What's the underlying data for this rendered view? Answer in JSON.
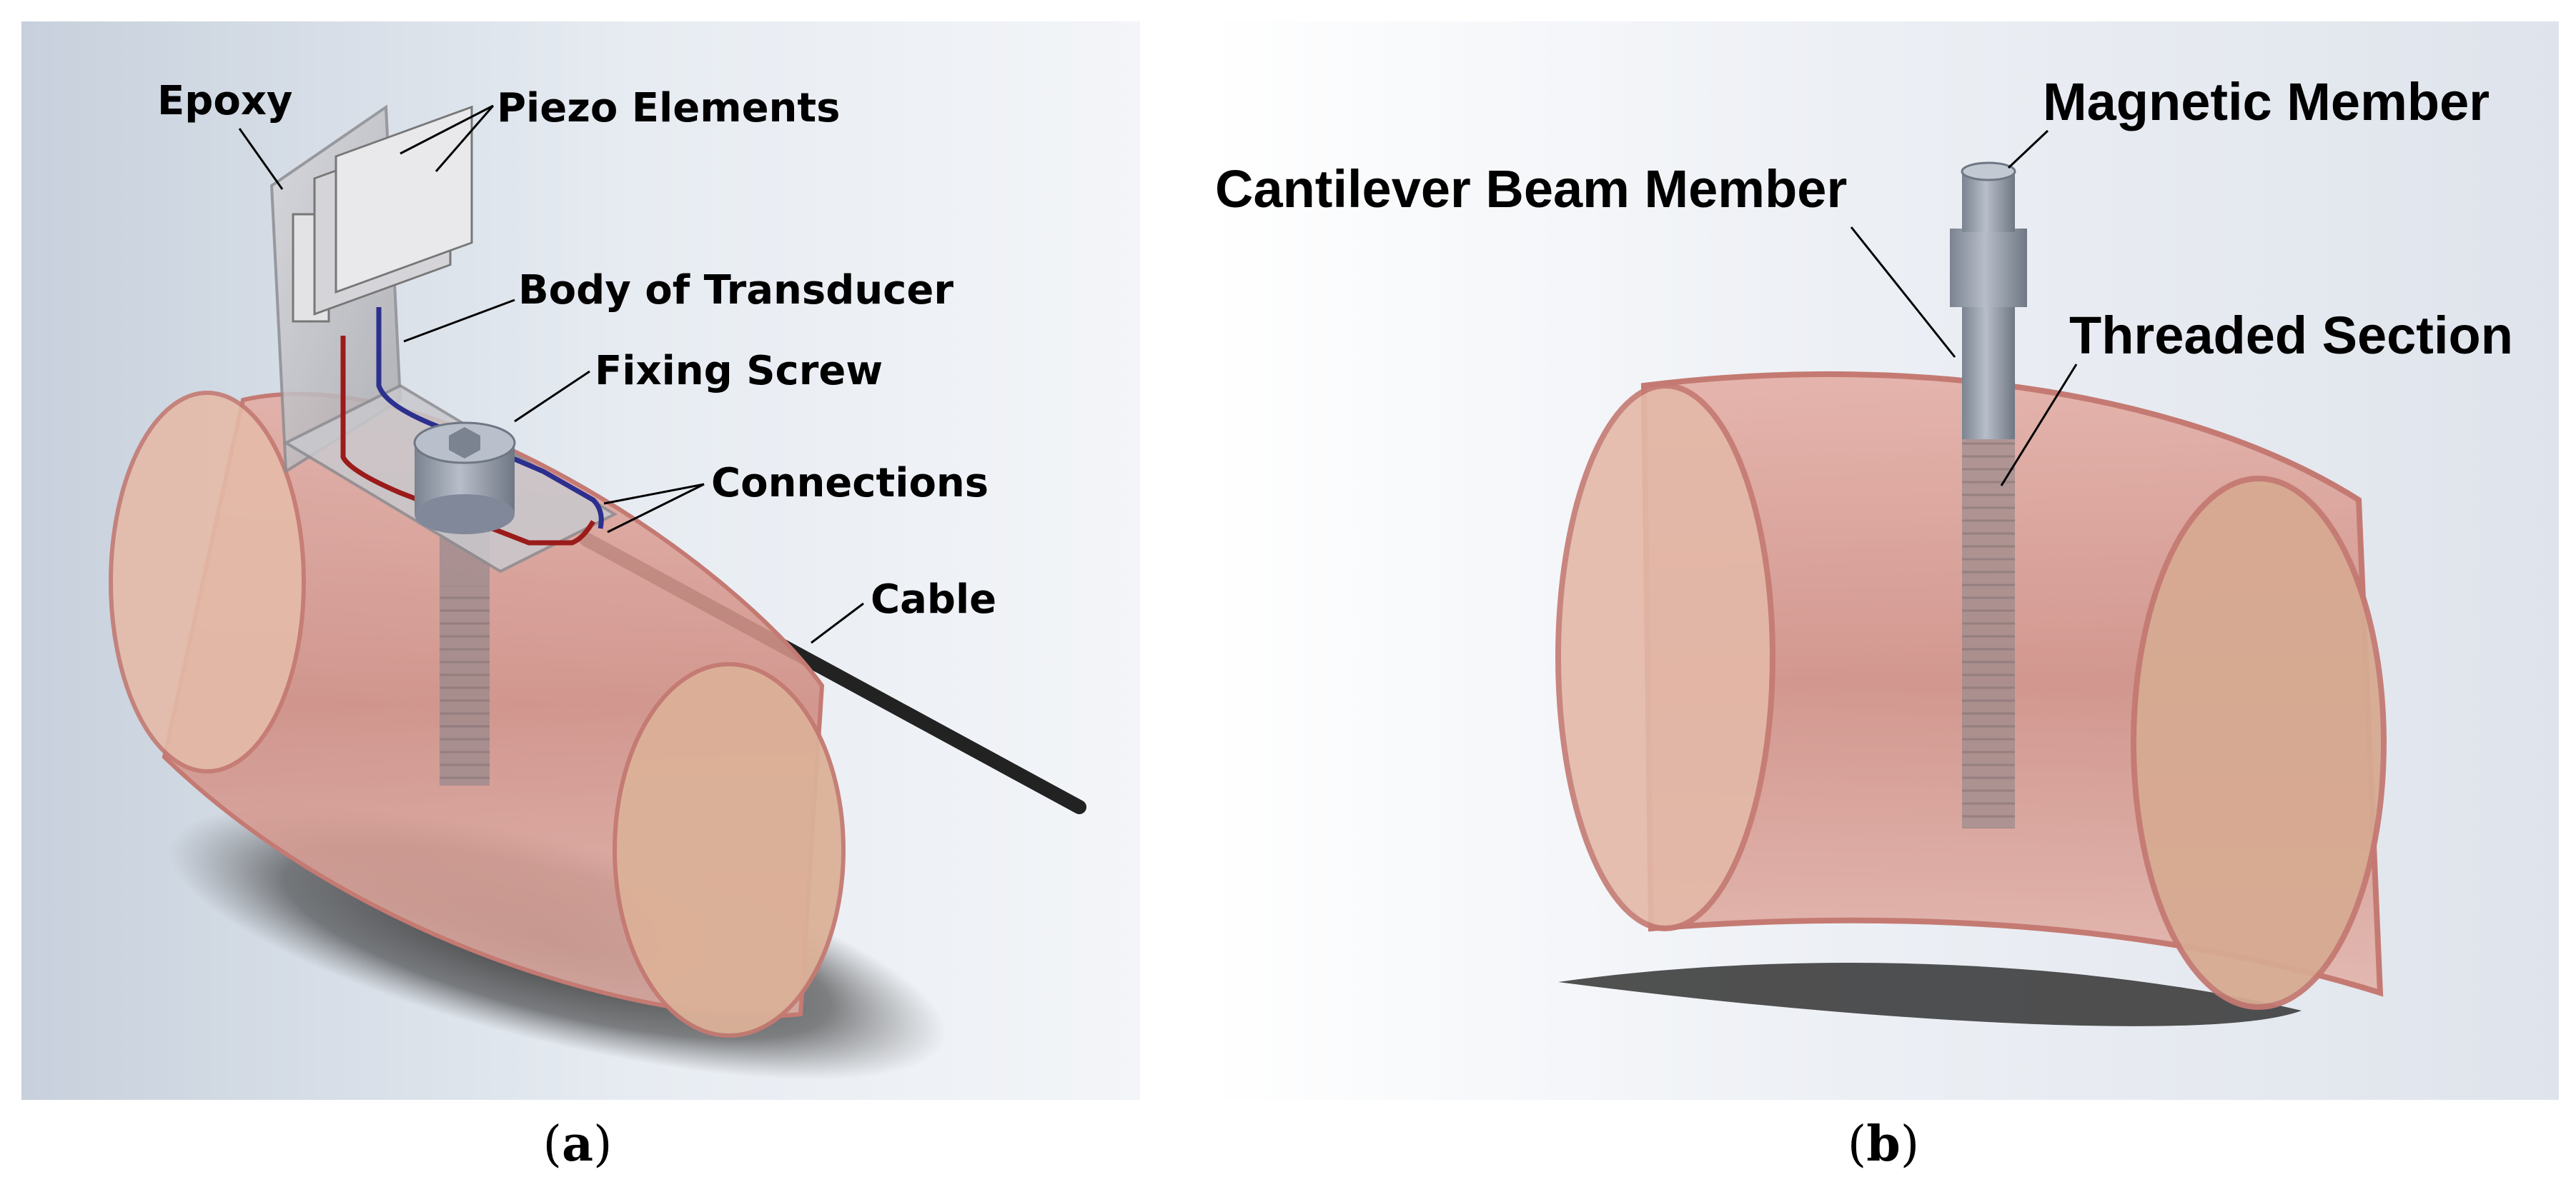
{
  "panel_a": {
    "labels": {
      "epoxy": "Epoxy",
      "piezo_elements": "Piezo Elements",
      "body_of_transducer": "Body of Transducer",
      "fixing_screw": "Fixing Screw",
      "connections": "Connections",
      "cable": "Cable"
    },
    "caption": {
      "open": "(",
      "letter": "a",
      "close": ")"
    }
  },
  "panel_b": {
    "labels": {
      "magnetic_member": "Magnetic Member",
      "cantilever_beam_member": "Cantilever Beam Member",
      "threaded_section": "Threaded Section"
    },
    "caption": {
      "open": "(",
      "letter": "b",
      "close": ")"
    }
  },
  "colors": {
    "pipe_fill": "#d99a8e",
    "pipe_edge": "#c9847a",
    "metal": "#9ea6b4",
    "bracket": "#c4c4c8",
    "wire_red": "#9b1b1b",
    "wire_blue": "#2d2f8f",
    "cable": "#222222"
  }
}
